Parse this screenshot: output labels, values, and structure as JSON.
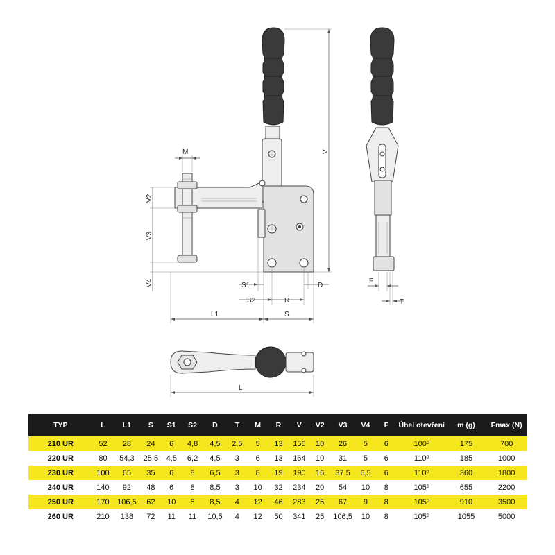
{
  "drawing": {
    "dim_labels": {
      "M": "M",
      "V2": "V2",
      "V3": "V3",
      "V4": "V4",
      "V": "V",
      "S1": "S1",
      "S2": "S2",
      "R": "R",
      "D": "D",
      "L1": "L1",
      "S": "S",
      "F": "F",
      "T": "T",
      "L": "L"
    }
  },
  "table": {
    "headers": [
      "TYP",
      "L",
      "L1",
      "S",
      "S1",
      "S2",
      "D",
      "T",
      "M",
      "R",
      "V",
      "V2",
      "V3",
      "V4",
      "F",
      "Úhel otevření",
      "m (g)",
      "Fmax (N)"
    ],
    "rows": [
      [
        "210 UR",
        "52",
        "28",
        "24",
        "6",
        "4,8",
        "4,5",
        "2,5",
        "5",
        "13",
        "156",
        "10",
        "26",
        "5",
        "6",
        "100º",
        "175",
        "700"
      ],
      [
        "220 UR",
        "80",
        "54,3",
        "25,5",
        "4,5",
        "6,2",
        "4,5",
        "3",
        "6",
        "13",
        "164",
        "10",
        "31",
        "5",
        "6",
        "110º",
        "185",
        "1000"
      ],
      [
        "230 UR",
        "100",
        "65",
        "35",
        "6",
        "8",
        "6,5",
        "3",
        "8",
        "19",
        "190",
        "16",
        "37,5",
        "6,5",
        "6",
        "110º",
        "360",
        "1800"
      ],
      [
        "240 UR",
        "140",
        "92",
        "48",
        "6",
        "8",
        "8,5",
        "3",
        "10",
        "32",
        "234",
        "20",
        "54",
        "10",
        "8",
        "105º",
        "655",
        "2200"
      ],
      [
        "250 UR",
        "170",
        "106,5",
        "62",
        "10",
        "8",
        "8,5",
        "4",
        "12",
        "46",
        "283",
        "25",
        "67",
        "9",
        "8",
        "105º",
        "910",
        "3500"
      ],
      [
        "260 UR",
        "210",
        "138",
        "72",
        "11",
        "11",
        "10,5",
        "4",
        "12",
        "50",
        "341",
        "25",
        "106,5",
        "10",
        "8",
        "105º",
        "1055",
        "5000"
      ]
    ]
  },
  "colors": {
    "highlight": "#f5e61e",
    "header_bg": "#1a1a1a",
    "header_text": "#ffffff"
  }
}
